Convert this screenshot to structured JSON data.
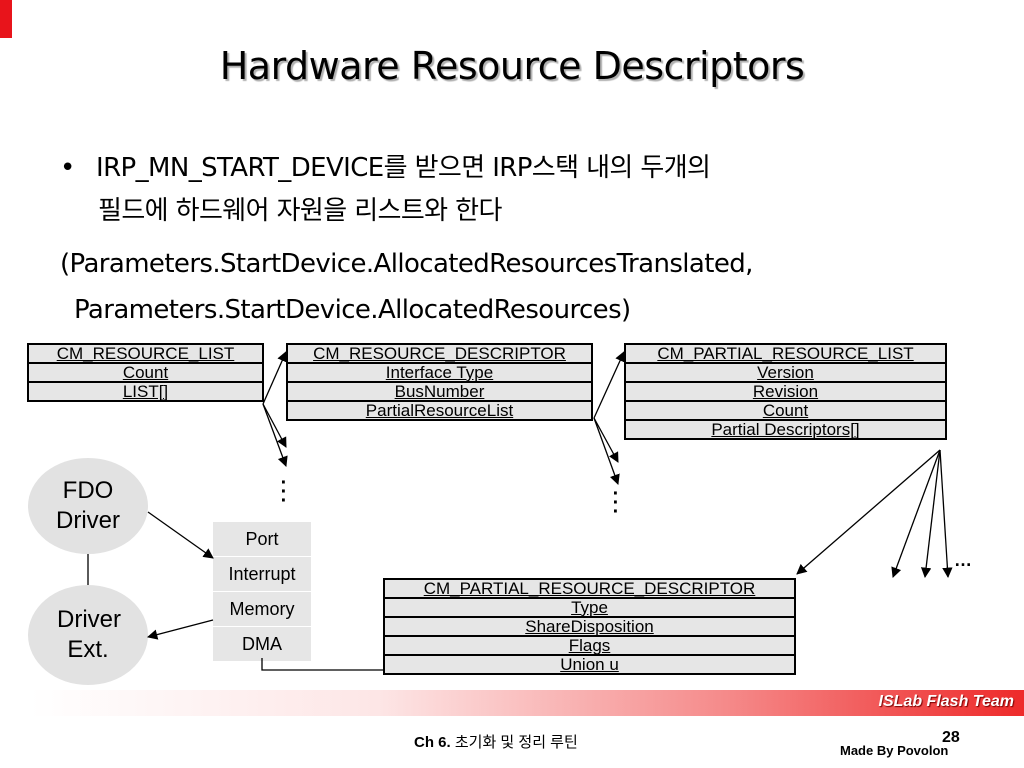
{
  "title": "Hardware Resource Descriptors",
  "bullet": {
    "line1": "IRP_MN_START_DEVICE를 받으면 IRP스택 내의 두개의",
    "line2": "필드에 하드웨어 자원을 리스트와 한다",
    "paren_line1": "(Parameters.StartDevice.AllocatedResourcesTranslated,",
    "paren_line2": "Parameters.StartDevice.AllocatedResources)"
  },
  "tables": {
    "resource_list": {
      "header": "CM_RESOURCE_LIST",
      "fields": [
        "Count",
        "LIST[]"
      ]
    },
    "resource_descriptor": {
      "header": "CM_RESOURCE_DESCRIPTOR",
      "fields": [
        "Interface Type",
        "BusNumber",
        "PartialResourceList"
      ]
    },
    "partial_resource_list": {
      "header": "CM_PARTIAL_RESOURCE_LIST",
      "fields": [
        "Version",
        "Revision",
        "Count",
        "Partial Descriptors[]"
      ]
    },
    "partial_resource_descriptor": {
      "header": "CM_PARTIAL_RESOURCE_DESCRIPTOR",
      "fields": [
        "Type",
        "ShareDisposition",
        "Flags",
        "Union u"
      ]
    }
  },
  "drivers": {
    "fdo": "FDO Driver",
    "ext": "Driver Ext."
  },
  "resource_types": [
    "Port",
    "Interrupt",
    "Memory",
    "DMA"
  ],
  "more_ellipsis": "…",
  "footer": {
    "team": "ISLab Flash Team",
    "chapter_prefix": "Ch 6.",
    "chapter_title": "초기화 및 정리 루틴",
    "page_number": "28",
    "author": "Made By Povolon"
  },
  "colors": {
    "accent": "#e8141b",
    "cell_fill": "#e6e6e6",
    "ellipse_fill": "#e2e2e2"
  }
}
